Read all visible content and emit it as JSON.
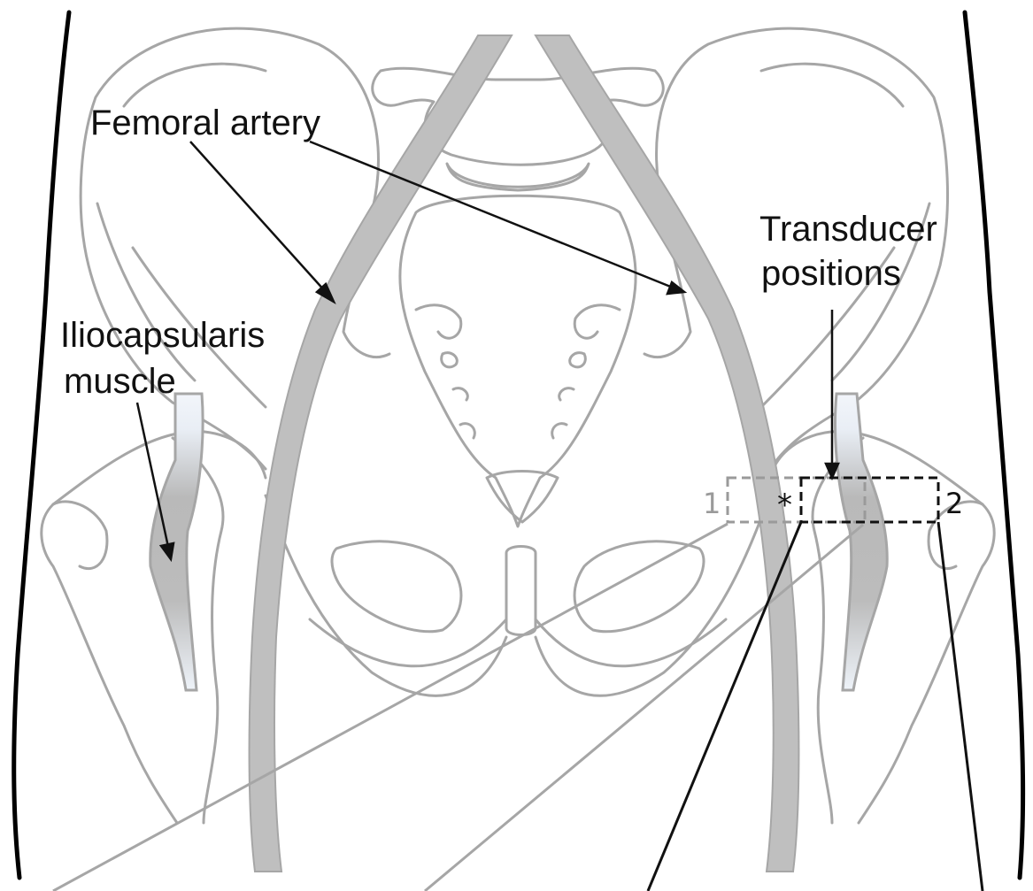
{
  "labels": {
    "femoral_artery": "Femoral artery",
    "transducer_line1": "Transducer",
    "transducer_line2": "positions",
    "iliocapsularis_line1": "Iliocapsularis",
    "iliocapsularis_line2": "muscle",
    "position_1": "1",
    "position_2": "2",
    "marker": "*"
  },
  "colors": {
    "bone_outline": "#a6a6a6",
    "vessel_fill": "#bfbfbf",
    "body_outline": "#000000",
    "pointer_line": "#111111",
    "transducer_1": "#9a9a9a",
    "transducer_2": "#111111"
  }
}
